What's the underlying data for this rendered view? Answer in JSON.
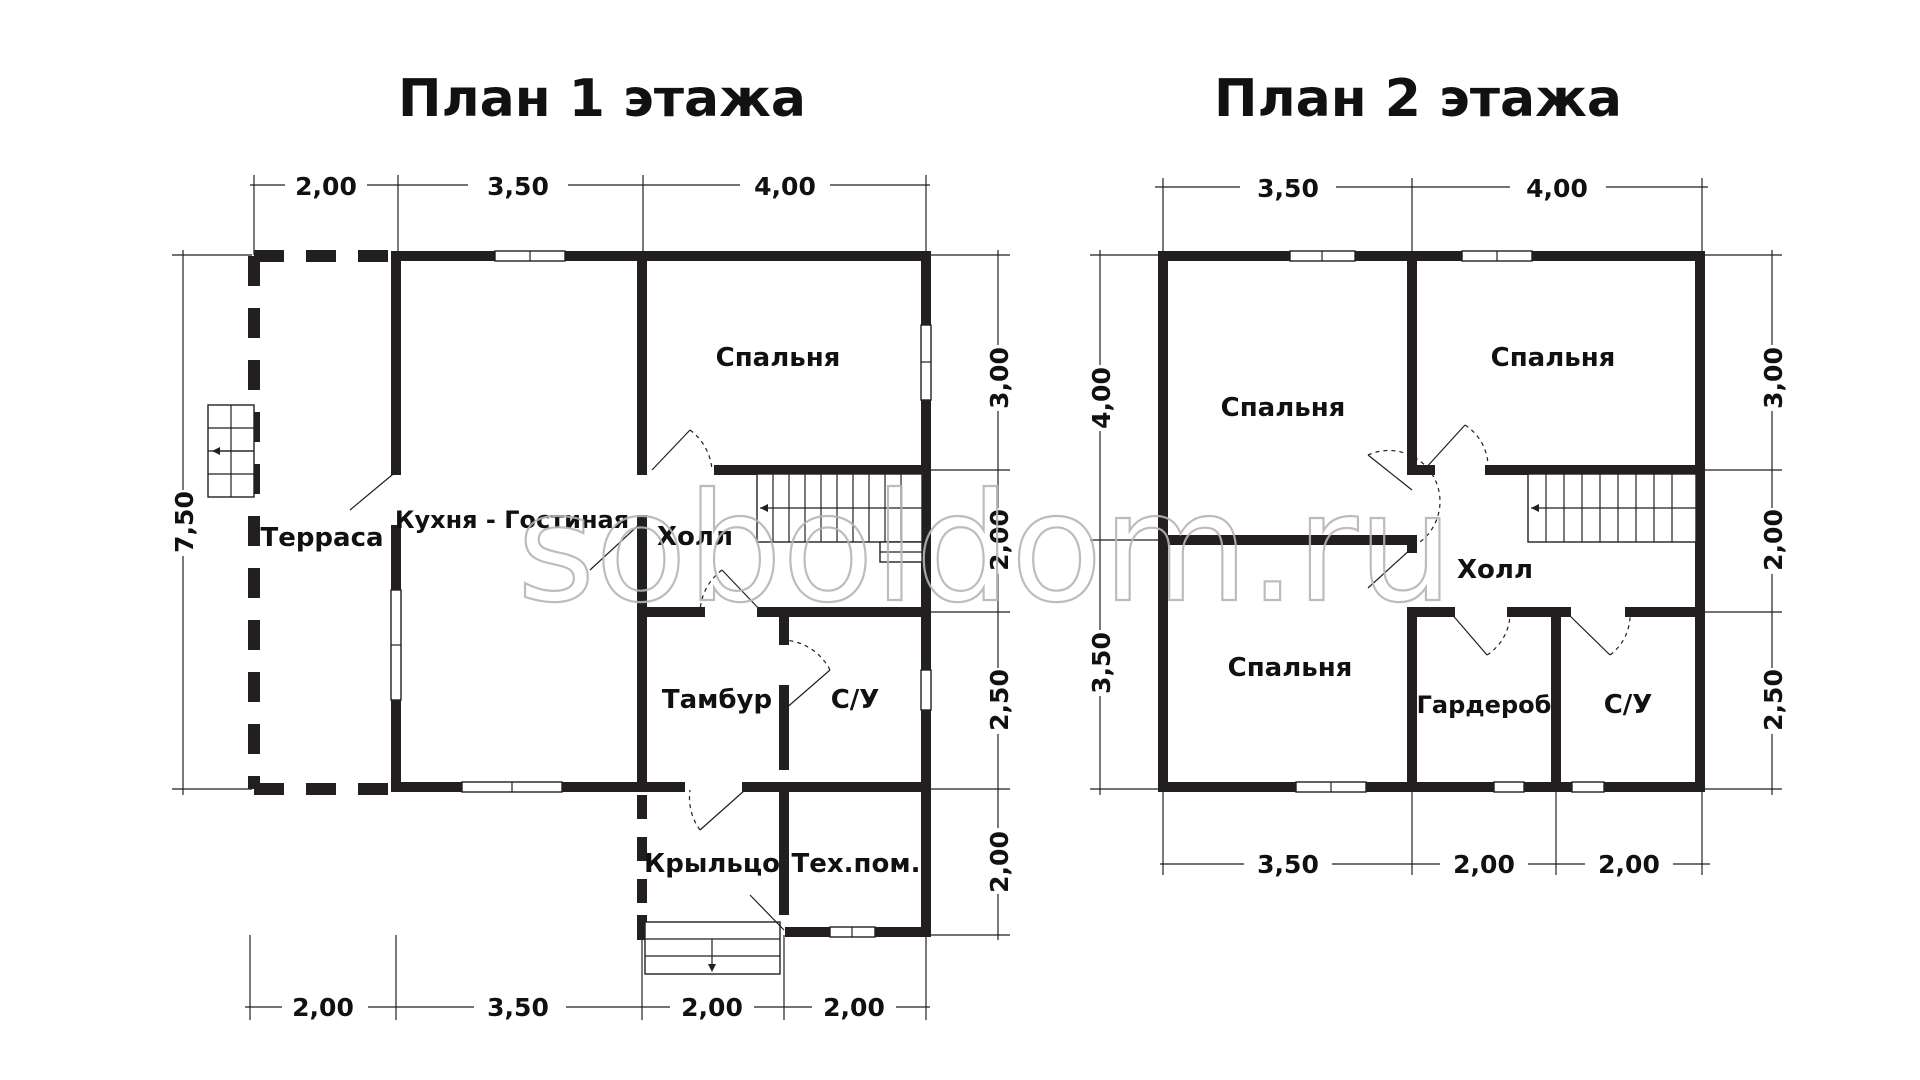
{
  "plan1": {
    "title": "План 1 этажа",
    "dims_top": [
      "2,00",
      "3,50",
      "4,00"
    ],
    "dims_bottom": [
      "2,00",
      "3,50",
      "2,00",
      "2,00"
    ],
    "dims_left": [
      "7,50"
    ],
    "dims_right": [
      "3,00",
      "2,00",
      "2,50",
      "2,00"
    ],
    "rooms": {
      "bedroom": "Спальня",
      "terrace": "Терраса",
      "kitchen": "Кухня - Гостиная",
      "hall": "Холл",
      "vestibule": "Тамбур",
      "bathroom": "С/У",
      "porch": "Крыльцо",
      "tech": "Тех.пом."
    }
  },
  "plan2": {
    "title": "План 2 этажа",
    "dims_top": [
      "3,50",
      "4,00"
    ],
    "dims_bottom": [
      "3,50",
      "2,00",
      "2,00"
    ],
    "dims_left": [
      "4,00",
      "3,50"
    ],
    "dims_right": [
      "3,00",
      "2,00",
      "2,50"
    ],
    "rooms": {
      "bedroom_left_top": "Спальня",
      "bedroom_right_top": "Спальня",
      "bedroom_left_bottom": "Спальня",
      "hall": "Холл",
      "wardrobe": "Гардероб",
      "bathroom": "С/У"
    }
  },
  "watermark": "soboldom.ru",
  "colors": {
    "wall": "#231f20",
    "watermark": "#b5b5b5",
    "background": "#ffffff"
  }
}
